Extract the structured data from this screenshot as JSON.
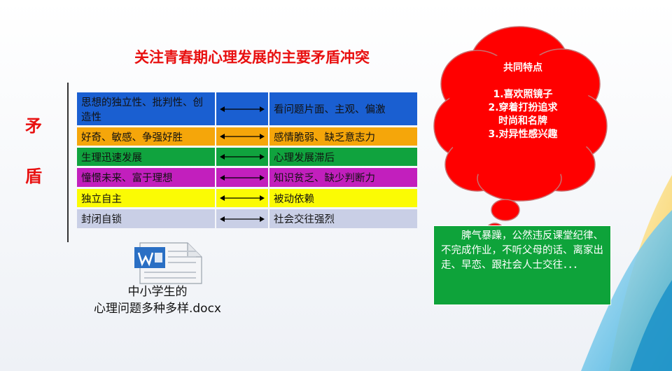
{
  "title": "关注青春期心理发展的主要矛盾冲突",
  "side_label": [
    "矛",
    "盾"
  ],
  "rows": [
    {
      "left": "思想的独立性、批判性、创造性",
      "right": "看问题片面、主观、偏激",
      "color": "#1a5fd1"
    },
    {
      "left": "好奇、敏感、争强好胜",
      "right": "感情脆弱、缺乏意志力",
      "color": "#f5a60a"
    },
    {
      "left": "生理迅速发展",
      "right": "心理发展滞后",
      "color": "#10a33e"
    },
    {
      "left": "憧憬未来、富于理想",
      "right": "知识贫乏、缺少判断力",
      "color": "#c21fbd"
    },
    {
      "left": "独立自主",
      "right": "被动依赖",
      "color": "#fbfb04"
    },
    {
      "left": "封闭自锁",
      "right": "社会交往强烈",
      "color": "#c9cfe6"
    }
  ],
  "attachment": {
    "name_line1": "中小学生的",
    "name_line2": "心理问题多种多样.docx",
    "icon": "word-document-icon"
  },
  "cloud": {
    "heading": "共同特点",
    "items": [
      "1.喜欢照镜子",
      "2.穿着打扮追求",
      "时尚和名牌",
      "3.对异性感兴趣"
    ],
    "color": "#ff0000"
  },
  "green_box": {
    "text": "脾气暴躁，公然违反课堂纪律、不完成作业，不听父母的话、离家出走、早恋、跟社会人士交往．．．",
    "color": "#0ea33a"
  }
}
